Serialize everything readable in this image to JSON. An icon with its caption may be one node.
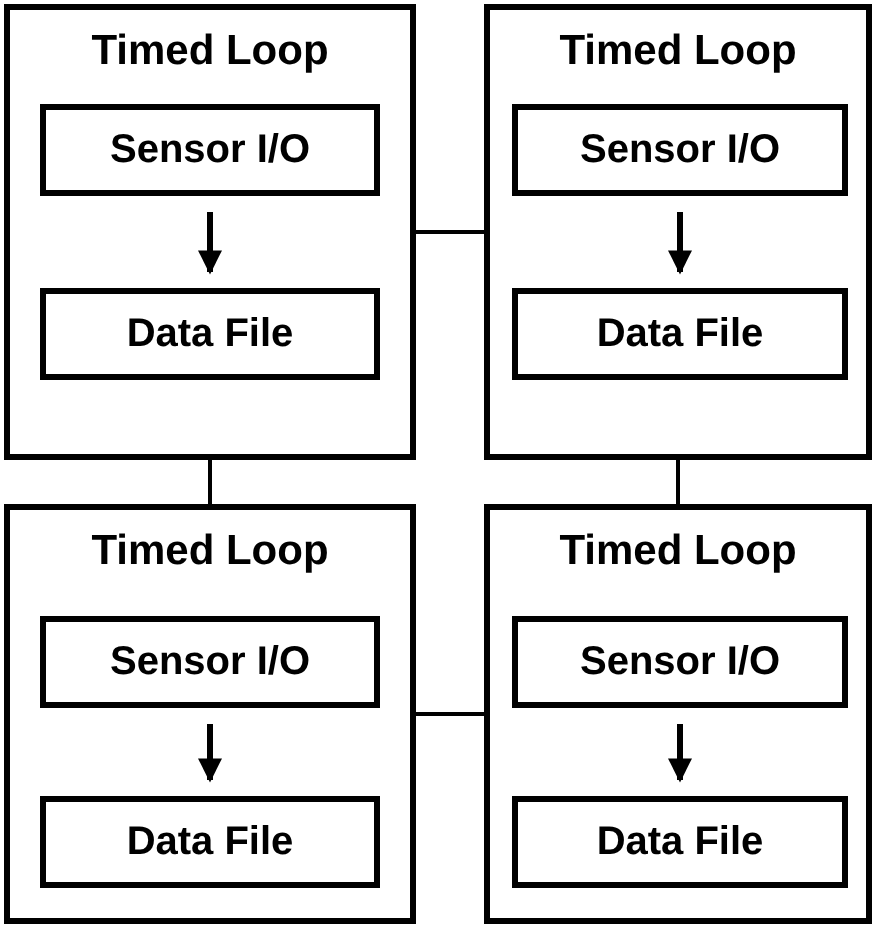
{
  "diagram": {
    "nodes": [
      {
        "text": [
          "Timed Loop"
        ]
      },
      {
        "text": [
          "Sensor I/O"
        ],
        "in": 0
      },
      {
        "text": [
          "Data File"
        ],
        "in": 0
      },
      {
        "text": [
          "Timed Loop"
        ]
      },
      {
        "text": [
          "Sensor I/O"
        ],
        "in": 3
      },
      {
        "text": [
          "Data File"
        ],
        "in": 3
      },
      {
        "text": [
          "Timed Loop"
        ]
      },
      {
        "text": [
          "Sensor I/O"
        ],
        "in": 6
      },
      {
        "text": [
          "Data File"
        ],
        "in": 6
      },
      {
        "text": [
          "Timed Loop"
        ]
      },
      {
        "text": [
          "Sensor I/O"
        ],
        "in": 9
      },
      {
        "text": [
          "Data File"
        ],
        "in": 9
      }
    ],
    "edges": [
      {
        "from": 1,
        "to": 2,
        "arrow": "to"
      },
      {
        "from": 4,
        "to": 5,
        "arrow": "to"
      },
      {
        "from": 7,
        "to": 8,
        "arrow": "to"
      },
      {
        "from": 10,
        "to": 11,
        "arrow": "to"
      },
      {
        "from": 0,
        "to": 3,
        "arrow": "none"
      },
      {
        "from": 0,
        "to": 6,
        "arrow": "none"
      },
      {
        "from": 3,
        "to": 9,
        "arrow": "none"
      },
      {
        "from": 6,
        "to": 9,
        "arrow": "none"
      }
    ]
  }
}
